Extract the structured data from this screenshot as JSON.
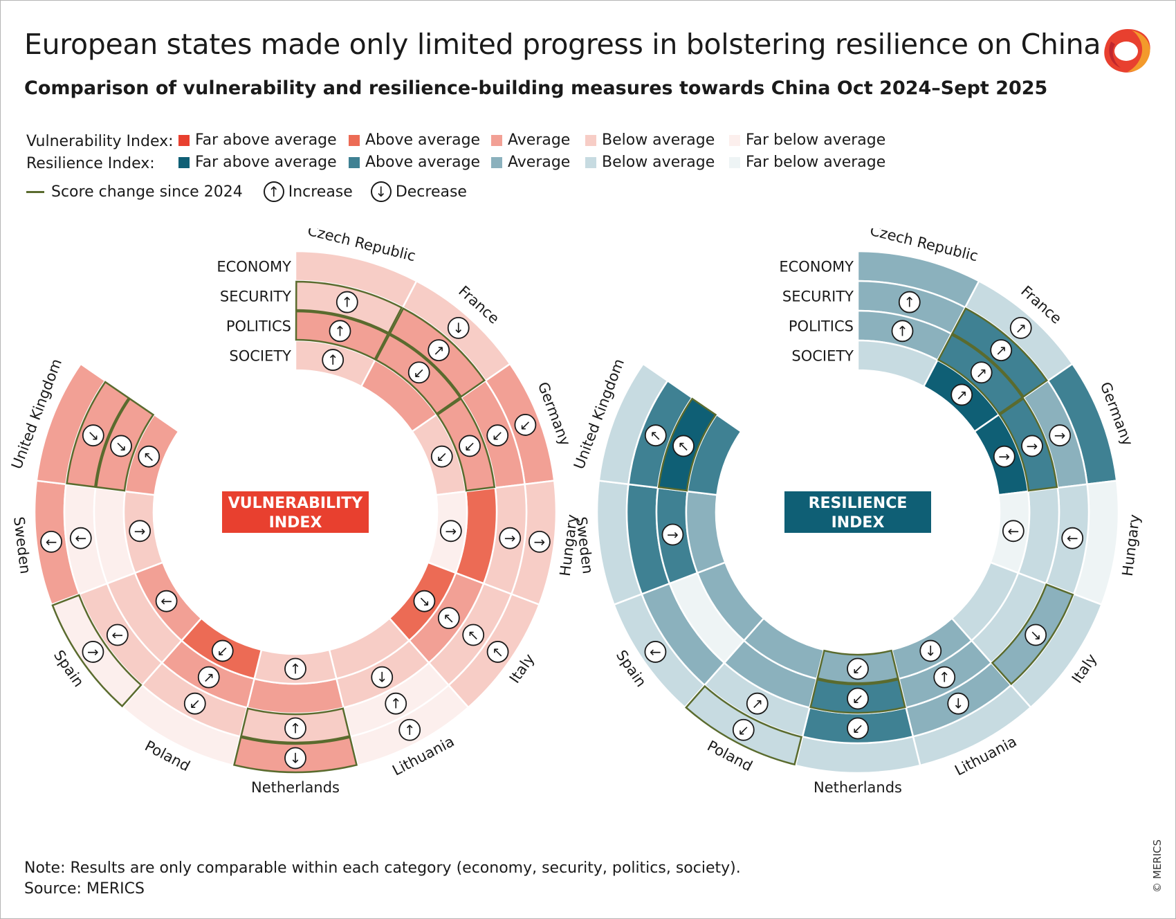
{
  "title": "European states made only limited progress in bolstering resilience on China",
  "subtitle": "Comparison of vulnerability and resilience-building measures towards China Oct 2024–Sept 2025",
  "legend": {
    "vulnerability_label": "Vulnerability Index:",
    "resilience_label": "Resilience Index:",
    "levels": [
      "Far above average",
      "Above average",
      "Average",
      "Below average",
      "Far below average"
    ],
    "vulnerability_colors": [
      "#e8402f",
      "#ec6b55",
      "#f2a095",
      "#f7cdc6",
      "#fcefed"
    ],
    "resilience_colors": [
      "#0f5f75",
      "#3f8193",
      "#8bb1bd",
      "#c7dbe1",
      "#eef4f5"
    ],
    "score_change": "Score change since 2024",
    "increase": "Increase",
    "decrease": "Decrease",
    "score_change_color": "#5a6b2e"
  },
  "chart_data": [
    {
      "type": "radial-heatmap",
      "center_label": "VULNERABILITY\nINDEX",
      "center_color": "#e8402f",
      "categories": [
        "ECONOMY",
        "SECURITY",
        "POLITICS",
        "SOCIETY"
      ],
      "countries": [
        "Czech Republic",
        "France",
        "Germany",
        "Hungary",
        "Italy",
        "Lithuania",
        "Netherlands",
        "Poland",
        "Spain",
        "Sweden",
        "United Kingdom"
      ],
      "levels": [
        [
          4,
          4,
          3,
          4
        ],
        [
          4,
          3,
          3,
          3
        ],
        [
          3,
          3,
          3,
          4
        ],
        [
          4,
          4,
          2,
          5
        ],
        [
          4,
          4,
          3,
          2
        ],
        [
          5,
          5,
          4,
          4
        ],
        [
          3,
          4,
          3,
          4
        ],
        [
          5,
          4,
          3,
          2
        ],
        [
          5,
          4,
          4,
          3
        ],
        [
          3,
          5,
          5,
          4
        ],
        [
          3,
          3,
          3,
          3
        ]
      ],
      "change": [
        [
          0,
          1,
          1,
          0
        ],
        [
          0,
          1,
          1,
          0
        ],
        [
          0,
          0,
          1,
          0
        ],
        [
          0,
          0,
          0,
          0
        ],
        [
          0,
          0,
          0,
          0
        ],
        [
          0,
          0,
          0,
          0
        ],
        [
          1,
          1,
          0,
          0
        ],
        [
          0,
          0,
          0,
          0
        ],
        [
          1,
          0,
          0,
          0
        ],
        [
          0,
          0,
          0,
          0
        ],
        [
          0,
          1,
          1,
          0
        ]
      ],
      "arrows": [
        [
          "",
          "up",
          "up",
          "up"
        ],
        [
          "down",
          "up-right",
          "down-left",
          ""
        ],
        [
          "down-left",
          "down-left",
          "down-left",
          "down-left"
        ],
        [
          "right",
          "right",
          "",
          "right"
        ],
        [
          "up-left",
          "up-left",
          "up-left",
          "down-right"
        ],
        [
          "up",
          "up",
          "down",
          ""
        ],
        [
          "down",
          "up",
          "",
          "up"
        ],
        [
          "",
          "down-left",
          "up-right",
          "down-left"
        ],
        [
          "right",
          "left",
          "",
          "left"
        ],
        [
          "left",
          "left",
          "",
          "right"
        ],
        [
          "",
          "down-right",
          "down-right",
          "up-left"
        ]
      ]
    },
    {
      "type": "radial-heatmap",
      "center_label": "RESILIENCE\nINDEX",
      "center_color": "#0f5f75",
      "categories": [
        "ECONOMY",
        "SECURITY",
        "POLITICS",
        "SOCIETY"
      ],
      "countries": [
        "Czech Republic",
        "France",
        "Germany",
        "Hungary",
        "Italy",
        "Lithuania",
        "Netherlands",
        "Poland",
        "Spain",
        "Sweden",
        "United Kingdom"
      ],
      "levels": [
        [
          3,
          3,
          3,
          4
        ],
        [
          4,
          2,
          2,
          1
        ],
        [
          2,
          3,
          2,
          1
        ],
        [
          5,
          4,
          4,
          5
        ],
        [
          4,
          3,
          4,
          4
        ],
        [
          4,
          3,
          3,
          3
        ],
        [
          4,
          2,
          2,
          3
        ],
        [
          4,
          4,
          3,
          3
        ],
        [
          4,
          3,
          5,
          3
        ],
        [
          4,
          2,
          2,
          3
        ],
        [
          4,
          2,
          1,
          2
        ]
      ],
      "change": [
        [
          0,
          0,
          0,
          0
        ],
        [
          0,
          1,
          1,
          0
        ],
        [
          0,
          0,
          1,
          0
        ],
        [
          0,
          0,
          0,
          0
        ],
        [
          0,
          1,
          0,
          0
        ],
        [
          0,
          0,
          0,
          0
        ],
        [
          0,
          0,
          1,
          1
        ],
        [
          1,
          0,
          0,
          0
        ],
        [
          0,
          0,
          0,
          0
        ],
        [
          0,
          0,
          0,
          0
        ],
        [
          0,
          0,
          1,
          0
        ]
      ],
      "arrows": [
        [
          "",
          "up",
          "up",
          ""
        ],
        [
          "up-right",
          "up-right",
          "up-right",
          "up-right"
        ],
        [
          "",
          "right",
          "right",
          "right"
        ],
        [
          "",
          "left",
          "",
          "left"
        ],
        [
          "",
          "down-right",
          "",
          ""
        ],
        [
          "",
          "down",
          "up",
          "down"
        ],
        [
          "",
          "down-left",
          "down-left",
          "down-left"
        ],
        [
          "down-left",
          "up-right",
          "",
          ""
        ],
        [
          "left",
          "",
          "",
          ""
        ],
        [
          "",
          "",
          "right",
          ""
        ],
        [
          "",
          "up-left",
          "up-left",
          ""
        ]
      ]
    }
  ],
  "note": "Note: Results are only comparable within each category (economy, security, politics, society).",
  "source": "Source: MERICS",
  "copyright": "© MERICS"
}
